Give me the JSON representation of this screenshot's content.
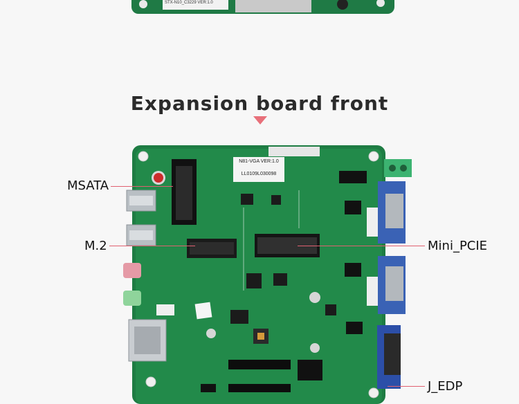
{
  "heading": "Expansion board front",
  "labels": {
    "msata": "MSATA",
    "m2": "M.2",
    "mini_pcie": "Mini_PCIE",
    "j_edp": "J_EDP"
  },
  "board_text": {
    "model": "N81-VGA VER:1.0",
    "serial": "LL0109L030098",
    "top_board": "STX-N10_C3229 VER:1.0"
  }
}
